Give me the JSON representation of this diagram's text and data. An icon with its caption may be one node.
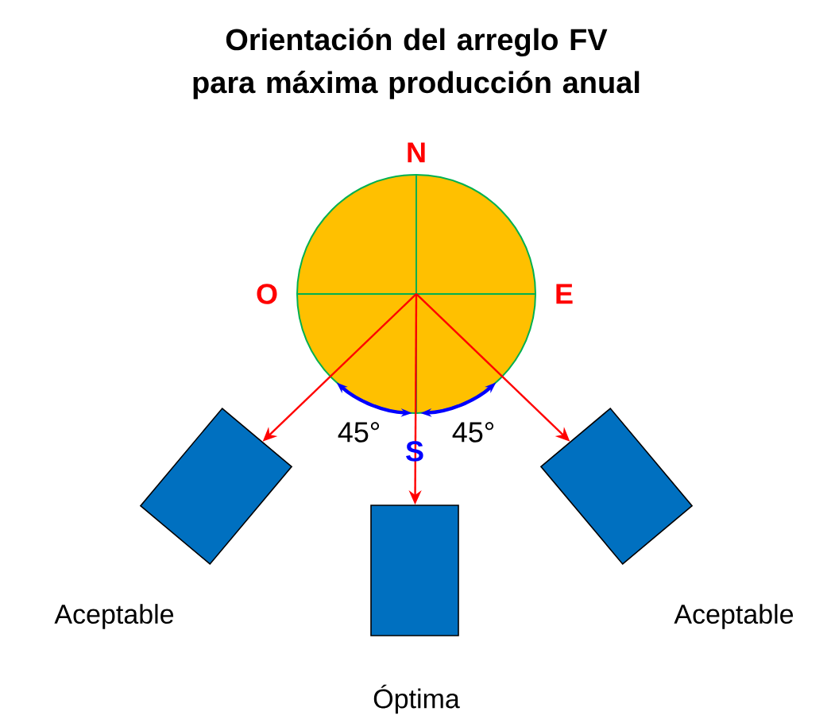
{
  "diagram": {
    "title": "Orientación del arreglo FV para máxima producción anual",
    "nodes": [
      {
        "text": [],
        "shape": "circle"
      },
      {
        "text": [],
        "shape": "box",
        "beside": [
          "Aceptable"
        ]
      },
      {
        "text": [],
        "shape": "box",
        "beside": [
          "Óptima"
        ]
      },
      {
        "text": [],
        "shape": "box",
        "beside": [
          "Aceptable"
        ]
      }
    ],
    "edges": [
      {
        "from": 0,
        "to": 1,
        "arrow": "to"
      },
      {
        "from": 0,
        "to": 2,
        "arrow": "to"
      },
      {
        "from": 0,
        "to": 3,
        "arrow": "to"
      }
    ],
    "labels": [
      "N",
      "O",
      "E",
      "45°",
      "S",
      "45°"
    ]
  }
}
